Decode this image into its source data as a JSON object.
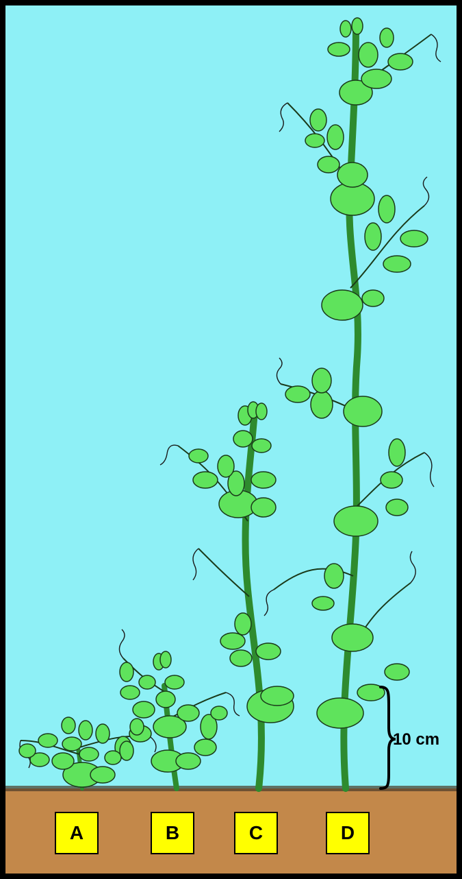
{
  "labels": {
    "a": "A",
    "b": "B",
    "c": "C",
    "d": "D"
  },
  "scale": {
    "text": "10 cm"
  },
  "colors": {
    "sky": "#8ef0f6",
    "soil": "#c3884a",
    "leaf": "#5fe35c",
    "stem": "#2e8b2e",
    "label_box": "#ffff00"
  },
  "plants": [
    {
      "name": "A",
      "relative_height": "shortest"
    },
    {
      "name": "B",
      "relative_height": "short"
    },
    {
      "name": "C",
      "relative_height": "tall"
    },
    {
      "name": "D",
      "relative_height": "tallest"
    }
  ]
}
